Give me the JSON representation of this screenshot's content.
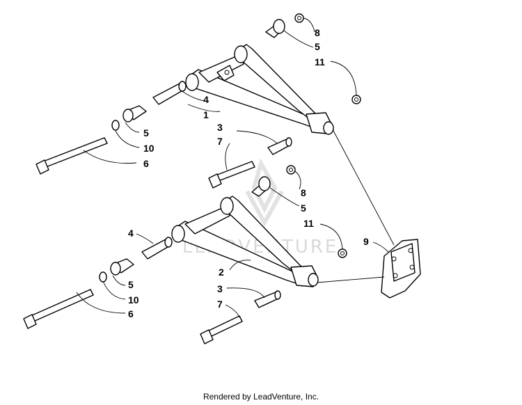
{
  "watermark": "LEADVENTURE",
  "footer": "Rendered by LeadVenture, Inc.",
  "callouts": {
    "upper_8": "8",
    "upper_5_top": "5",
    "upper_11": "11",
    "upper_4": "4",
    "upper_1": "1",
    "upper_5_left": "5",
    "upper_10": "10",
    "upper_6": "6",
    "upper_3": "3",
    "upper_7": "7",
    "lower_8": "8",
    "lower_5_top": "5",
    "lower_11": "11",
    "lower_4": "4",
    "lower_2": "2",
    "lower_5_left": "5",
    "lower_10": "10",
    "lower_6": "6",
    "lower_3": "3",
    "lower_7": "7",
    "bracket_9": "9"
  }
}
